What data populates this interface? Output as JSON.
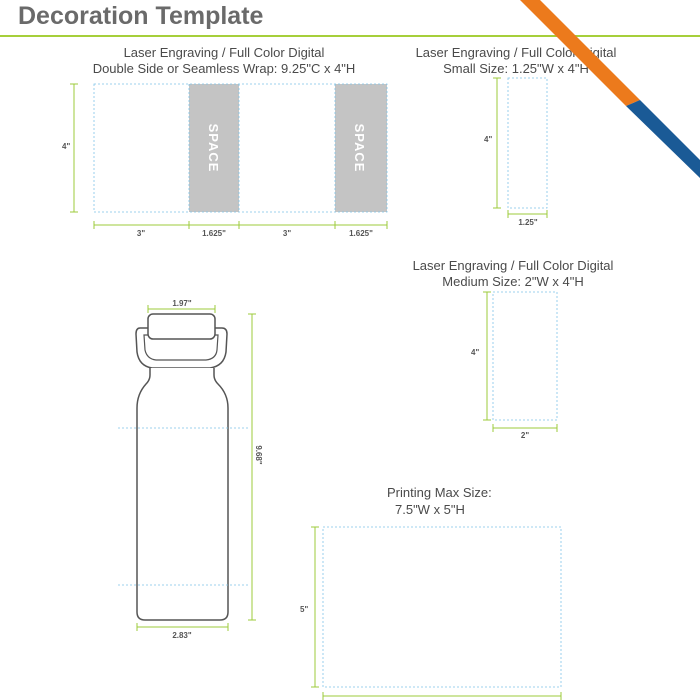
{
  "header": {
    "title": "Decoration Template",
    "accent_color": "#a6cf3a",
    "stripe_orange": "#ec7a1c",
    "stripe_blue": "#1a5a96"
  },
  "sections": {
    "wrap": {
      "line1": "Laser Engraving / Full Color Digital",
      "line2": "Double Side or Seamless Wrap: 9.25\"C x 4\"H",
      "height_label": "4\"",
      "seg1": "3\"",
      "seg2": "1.625\"",
      "seg3": "3\"",
      "seg4": "1.625\"",
      "space1": "SPACE",
      "space2": "SPACE"
    },
    "small": {
      "line1": "Laser Engraving / Full Color Digital",
      "line2": "Small Size: 1.25\"W x 4\"H",
      "height_label": "4\"",
      "width_label": "1.25\""
    },
    "medium": {
      "line1": "Laser Engraving / Full Color Digital",
      "line2": "Medium Size: 2\"W x 4\"H",
      "height_label": "4\"",
      "width_label": "2\""
    },
    "bottle": {
      "top_width": "1.97\"",
      "height": "9.68\"",
      "bottom_width": "2.83\""
    },
    "printing": {
      "line1": "Printing Max Size:",
      "line2": "7.5\"W x 5\"H",
      "height_label": "5\""
    }
  }
}
